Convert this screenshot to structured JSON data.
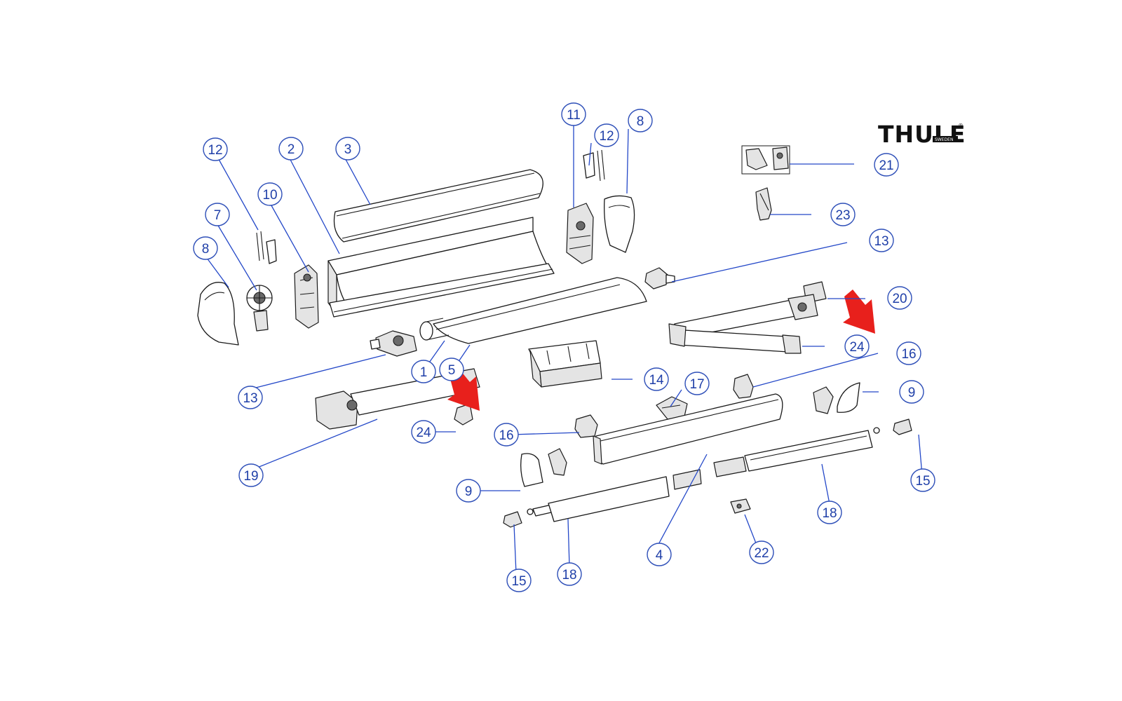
{
  "logo": {
    "brand": "THULE",
    "sub": "SWEDEN",
    "reg": "®"
  },
  "colors": {
    "callout": "#2e4fb8",
    "leader": "#2448c8",
    "highlight_arrow": "#e8201c",
    "part_stroke": "#1a1a1a"
  },
  "callouts": [
    {
      "id": "c12a",
      "label": "12"
    },
    {
      "id": "c2",
      "label": "2"
    },
    {
      "id": "c3",
      "label": "3"
    },
    {
      "id": "c10",
      "label": "10"
    },
    {
      "id": "c7",
      "label": "7"
    },
    {
      "id": "c8a",
      "label": "8"
    },
    {
      "id": "c11",
      "label": "11"
    },
    {
      "id": "c12b",
      "label": "12"
    },
    {
      "id": "c8b",
      "label": "8"
    },
    {
      "id": "c21",
      "label": "21"
    },
    {
      "id": "c23",
      "label": "23"
    },
    {
      "id": "c13a",
      "label": "13"
    },
    {
      "id": "c20",
      "label": "20"
    },
    {
      "id": "c24a",
      "label": "24"
    },
    {
      "id": "c16a",
      "label": "16"
    },
    {
      "id": "c1",
      "label": "1"
    },
    {
      "id": "c5",
      "label": "5"
    },
    {
      "id": "c13b",
      "label": "13"
    },
    {
      "id": "c14",
      "label": "14"
    },
    {
      "id": "c17",
      "label": "17"
    },
    {
      "id": "c9a",
      "label": "9"
    },
    {
      "id": "c24b",
      "label": "24"
    },
    {
      "id": "c16b",
      "label": "16"
    },
    {
      "id": "c19",
      "label": "19"
    },
    {
      "id": "c9b",
      "label": "9"
    },
    {
      "id": "c15a",
      "label": "15"
    },
    {
      "id": "c18a",
      "label": "18"
    },
    {
      "id": "c4",
      "label": "4"
    },
    {
      "id": "c22",
      "label": "22"
    },
    {
      "id": "c18b",
      "label": "18"
    },
    {
      "id": "c15b",
      "label": "15"
    }
  ]
}
